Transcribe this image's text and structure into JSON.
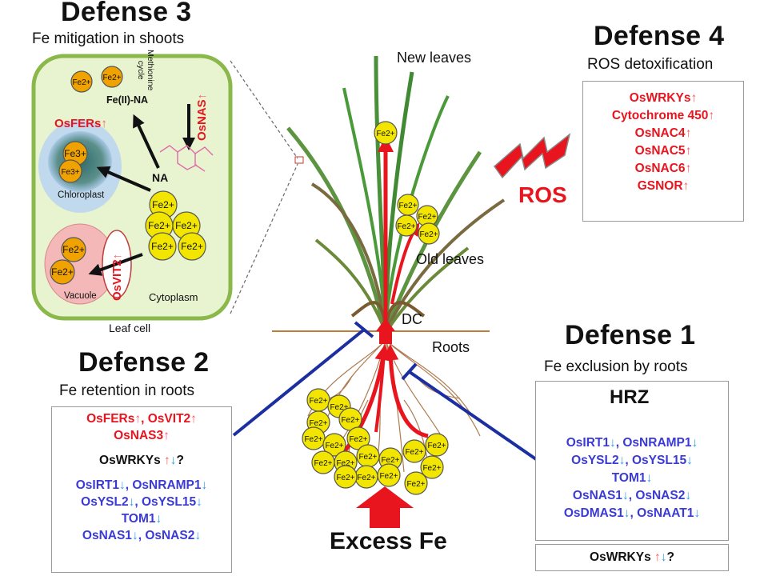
{
  "colors": {
    "red": "#e8141e",
    "blue": "#3a3ad6",
    "fe_yellow": "#f2e600",
    "fe_orange": "#f0a300",
    "cell_green": "#e8f4d0",
    "cell_border": "#8bb84a",
    "root": "#b07a4e",
    "line_blue": "#1c2fa0"
  },
  "defense3": {
    "title": "Defense 3",
    "subtitle": "Fe mitigation in shoots",
    "caption": "Leaf cell",
    "fe2": "Fe2+",
    "fe3": "Fe3+",
    "fe_na": "Fe(II)-NA",
    "na": "NA",
    "methionine": [
      "Methionine",
      "cycle"
    ],
    "osfers": "OsFERs",
    "osnas": "OsNAS",
    "osvit2": "OsVIT2",
    "chloroplast": "Chloroplast",
    "vacuole": "Vacuole",
    "cytoplasm": "Cytoplasm"
  },
  "defense4": {
    "title": "Defense 4",
    "subtitle": "ROS detoxification",
    "items": [
      "OsWRKYs",
      "Cytochrome 450",
      "OsNAC4",
      "OsNAC5",
      "OsNAC6",
      "GSNOR"
    ],
    "ros_label": "ROS"
  },
  "plant": {
    "new_leaves": "New leaves",
    "old_leaves": "Old leaves",
    "dc": "DC",
    "roots": "Roots",
    "excess_fe": "Excess Fe"
  },
  "defense2": {
    "title": "Defense 2",
    "subtitle": "Fe retention in roots",
    "red_line1_a": "OsFERs",
    "red_line1_sep": ", ",
    "red_line1_b": "OsVIT2",
    "red_line2": "OsNAS3",
    "black_line": "OsWRKYs",
    "question": "?",
    "blue_lines": [
      [
        "OsIRT1",
        "OsNRAMP1"
      ],
      [
        "OsYSL2",
        "OsYSL15"
      ],
      [
        "TOM1"
      ],
      [
        "OsNAS1",
        "OsNAS2"
      ]
    ]
  },
  "defense1": {
    "title": "Defense 1",
    "subtitle": "Fe exclusion by roots",
    "hrz": "HRZ",
    "blue_lines": [
      [
        "OsIRT1",
        "OsNRAMP1"
      ],
      [
        "OsYSL2",
        "OsYSL15"
      ],
      [
        "TOM1"
      ],
      [
        "OsNAS1",
        "OsNAS2"
      ],
      [
        "OsDMAS1",
        "OsNAAT1"
      ]
    ],
    "wrky_line": "OsWRKYs",
    "question": "?"
  },
  "arrows": {
    "up": "↑",
    "down": "↓",
    "sep": ", "
  }
}
